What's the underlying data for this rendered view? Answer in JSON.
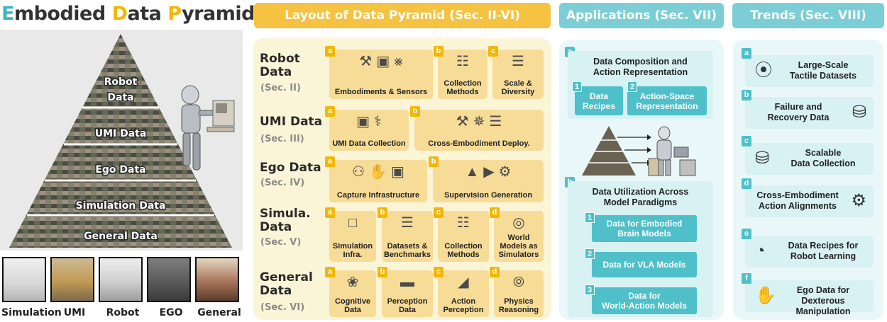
{
  "title": {
    "e": "E",
    "part1": "mbodied ",
    "d": "D",
    "part2": "ata ",
    "p": "P",
    "part3": "yramid"
  },
  "pyramid_levels": [
    "Robot",
    "Data",
    "UMI Data",
    "Ego Data",
    "Simulation Data",
    "General Data"
  ],
  "thumbs": [
    "Simulation",
    "UMI",
    "Robot",
    "EGO",
    "General"
  ],
  "headers": {
    "layout": "Layout of Data Pyramid (Sec. II-VI)",
    "apps": "Applications (Sec. VII)",
    "trends": "Trends (Sec. VIII)"
  },
  "layout_rows": [
    {
      "title": "Robot\nData",
      "sec": "(Sec. II)",
      "items": [
        {
          "tag": "a",
          "label": "Embodiments & Sensors"
        },
        {
          "tag": "b",
          "label": "Collection\nMethods"
        },
        {
          "tag": "c",
          "label": "Scale &\nDiversity"
        }
      ]
    },
    {
      "title": "UMI Data",
      "sec": "(Sec. III)",
      "items": [
        {
          "tag": "a",
          "label": "UMI Data Collection"
        },
        {
          "tag": "b",
          "label": "Cross-Embodiment Deploy."
        }
      ]
    },
    {
      "title": "Ego Data",
      "sec": "(Sec. IV)",
      "items": [
        {
          "tag": "a",
          "label": "Capture Infrastructure"
        },
        {
          "tag": "b",
          "label": "Supervision Generation"
        }
      ]
    },
    {
      "title": "Simula.\nData",
      "sec": "(Sec. V)",
      "items": [
        {
          "tag": "a",
          "label": "Simulation\nInfra."
        },
        {
          "tag": "b",
          "label": "Datasets &\nBenchmarks"
        },
        {
          "tag": "c",
          "label": "Collection\nMethods"
        },
        {
          "tag": "d",
          "label": "World\nModels as\nSimulators"
        }
      ]
    },
    {
      "title": "General\nData",
      "sec": "(Sec. VI)",
      "items": [
        {
          "tag": "a",
          "label": "Cognitive\nData"
        },
        {
          "tag": "b",
          "label": "Perception\nData"
        },
        {
          "tag": "c",
          "label": "Action\nPerception"
        },
        {
          "tag": "d",
          "label": "Physics\nReasoning"
        }
      ]
    }
  ],
  "apps": {
    "a": {
      "tag": "a",
      "title": "Data Composition and\nAction Representation",
      "items": [
        {
          "num": "1",
          "label": "Data\nRecipes"
        },
        {
          "num": "2",
          "label": "Action-Space\nRepresentation"
        }
      ]
    },
    "b": {
      "tag": "b",
      "title": "Data Utilization Across\nModel Paradigms",
      "items": [
        {
          "num": "1",
          "label": "Data for Embodied\nBrain Models"
        },
        {
          "num": "2",
          "label": "Data for VLA Models"
        },
        {
          "num": "3",
          "label": "Data for\nWorld-Action Models"
        }
      ]
    }
  },
  "trends": [
    {
      "tag": "a",
      "label": "Large-Scale\nTactile Datasets",
      "icon": "fingerprint-icon"
    },
    {
      "tag": "b",
      "label": "Failure and\nRecovery Data",
      "icon": "database-refresh-icon"
    },
    {
      "tag": "c",
      "label": "Scalable\nData Collection",
      "icon": "database-icon"
    },
    {
      "tag": "d",
      "label": "Cross-Embodiment\nAction Alignments",
      "icon": "brain-gear-icon"
    },
    {
      "tag": "e",
      "label": "Data Recipes for\nRobot Learning",
      "icon": "pie-chart-icon"
    },
    {
      "tag": "f",
      "label": "Ego Data for\nDexterous Manipulation",
      "icon": "robot-hand-icon"
    }
  ],
  "colors": {
    "yellow": "#f2b705",
    "teal": "#4fc0ca",
    "light_yellow": "#f7dc98",
    "light_teal": "#d8f1f3"
  }
}
